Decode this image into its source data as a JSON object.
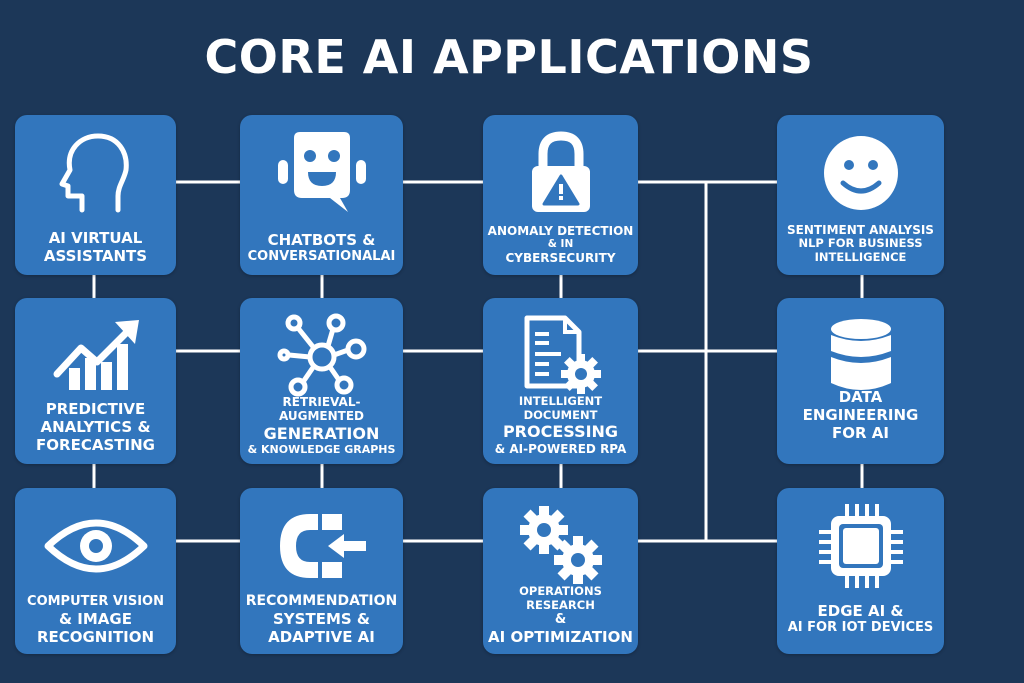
{
  "title": "CORE AI APPLICATIONS",
  "colors": {
    "background": "#1c3758",
    "card": "#3276bd",
    "text": "#ffffff",
    "connector": "#ffffff"
  },
  "cards": [
    {
      "id": "ai-virtual-assistants",
      "icon": "head-profile-icon",
      "lines": [
        "AI VIRTUAL",
        "ASSISTANTS"
      ]
    },
    {
      "id": "chatbots",
      "icon": "robot-chat-icon",
      "lines": [
        "CHATBOTS &",
        "CONVERSATIONALAI"
      ]
    },
    {
      "id": "anomaly-detection",
      "icon": "lock-warning-icon",
      "lines": [
        "ANOMALY DETECTION",
        "& IN",
        "CYBERSECURITY"
      ]
    },
    {
      "id": "sentiment-analysis",
      "icon": "smiley-face-icon",
      "lines": [
        "SENTIMENT ANALYSIS",
        "NLP FOR BUSINESS",
        "INTELLIGENCE"
      ]
    },
    {
      "id": "predictive-analytics",
      "icon": "growth-chart-icon",
      "lines": [
        "PREDICTIVE",
        "ANALYTICS &",
        "FORECASTING"
      ]
    },
    {
      "id": "rag",
      "icon": "network-graph-icon",
      "lines": [
        "RETRIEVAL-AUGMENTED",
        "GENERATION",
        "& KNOWLEDGE GRAPHS"
      ]
    },
    {
      "id": "document-processing",
      "icon": "document-gear-icon",
      "lines": [
        "INTELLIGENT DOCUMENT",
        "PROCESSING",
        "& AI-POWERED RPA"
      ]
    },
    {
      "id": "data-engineering",
      "icon": "database-icon",
      "lines": [
        "DATA ENGINEERING",
        "FOR AI"
      ]
    },
    {
      "id": "computer-vision",
      "icon": "eye-icon",
      "lines": [
        "COMPUTER VISION",
        "& IMAGE",
        "RECOGNITION"
      ]
    },
    {
      "id": "recommendation-systems",
      "icon": "magnet-icon",
      "lines": [
        "RECOMMENDATION",
        "SYSTEMS &",
        "ADAPTIVE AI"
      ]
    },
    {
      "id": "operations-research",
      "icon": "gears-icon",
      "lines": [
        "OPERATIONS RESEARCH",
        "&",
        "AI OPTIMIZATION"
      ]
    },
    {
      "id": "edge-ai",
      "icon": "microchip-icon",
      "lines": [
        "EDGE AI &",
        "AI FOR IOT DEVICES"
      ]
    }
  ]
}
